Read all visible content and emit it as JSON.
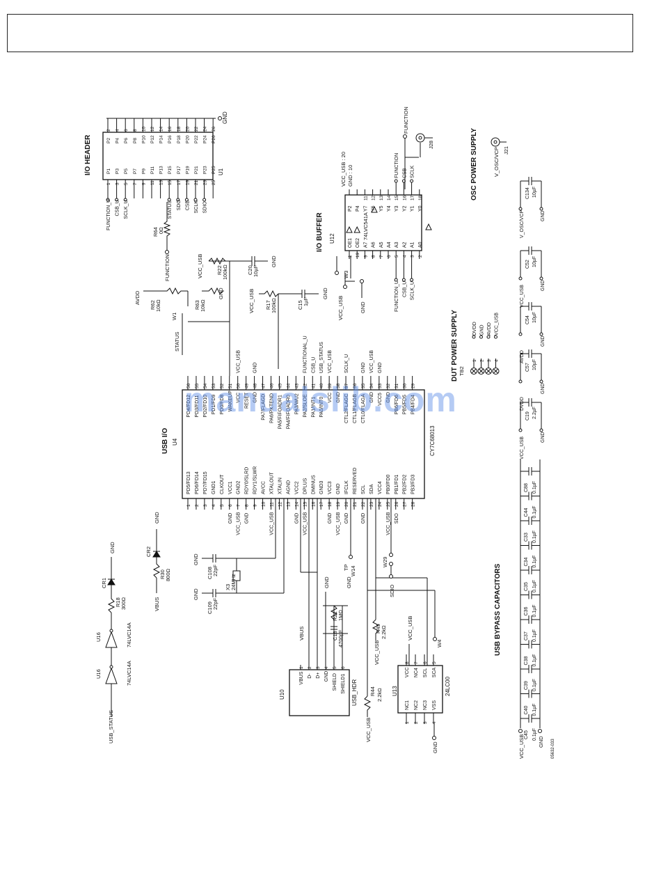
{
  "sections": {
    "io_header": "I/O HEADER",
    "io_buffer": "I/O BUFFER",
    "osc_power": "OSC POWER SUPPLY",
    "dut_power": "DUT POWER SUPPLY",
    "usb_bypass": "USB BYPASS CAPACITORS",
    "usb_io": "USB I/O"
  },
  "parts": {
    "u1": "U1",
    "u4": "U4",
    "u4_part": "CY7C68013",
    "u10": "U10",
    "u10_part": "USB_HDR",
    "u12": "U12",
    "u12_part": "74LVC541A",
    "u13": "U13",
    "u13_part": "24LC00",
    "u16": "U16",
    "u16_part": "74LVC14A",
    "tb2": "TB2",
    "j21": "J21",
    "j28": "J28",
    "x3": "X3",
    "x3_val": "24MHz",
    "figure_id": "05632-033"
  },
  "nets": {
    "gnd": "GND",
    "vcc_usb": "VCC_USB",
    "vbus": "VBUS",
    "avdd": "AVDD",
    "dvdd": "DVDD",
    "function_u": "FUNCTION_U",
    "csb_u": "CSB_U",
    "sclk_u": "SCLK_U",
    "function": "FUNCTION",
    "csb": "CSB",
    "sclk": "SCLK",
    "sdio": "SDIO",
    "sdo": "SDO",
    "status": "STATUS",
    "usb_status": "USB_STATUS",
    "functional_u": "FUNCTIONAL_U",
    "v_osc_vcp": "V_OSC/VCP",
    "vcc_usb_20": "VCC_USB : 20",
    "gnd_10": "GND : 10"
  },
  "header_pins": {
    "top_nums": [
      "2",
      "4",
      "6",
      "8",
      "10",
      "12",
      "14",
      "16",
      "18",
      "20",
      "22",
      "24",
      "26"
    ],
    "top_labels": [
      "P2",
      "P4",
      "P6",
      "P8",
      "P10",
      "P12",
      "P14",
      "P16",
      "P18",
      "P20",
      "P22",
      "P24",
      "P26"
    ],
    "bottom_nums": [
      "1",
      "3",
      "5",
      "7",
      "9",
      "11",
      "13",
      "15",
      "17",
      "19",
      "21",
      "23",
      "25"
    ],
    "bottom_labels": [
      "P1",
      "P3",
      "P5",
      "P7",
      "P9",
      "P11",
      "P13",
      "P15",
      "P17",
      "P19",
      "P21",
      "P23",
      "P25"
    ],
    "signals": [
      "FUNCTION_U",
      "CSB_U",
      "SCLK_U",
      "",
      "",
      "",
      "",
      "STATUS",
      "SDO",
      "CSB",
      "SCLK",
      "SDIO",
      ""
    ]
  },
  "u4_left_pins": [
    {
      "num": "1",
      "name": "PD5/FD13"
    },
    {
      "num": "2",
      "name": "PD6/FD14"
    },
    {
      "num": "3",
      "name": "PD7/FD15"
    },
    {
      "num": "4",
      "name": "GND1"
    },
    {
      "num": "5",
      "name": "CLKOUT"
    },
    {
      "num": "6",
      "name": "VCC1"
    },
    {
      "num": "7",
      "name": "GND2"
    },
    {
      "num": "8",
      "name": "RDY0/SLRD"
    },
    {
      "num": "9",
      "name": "RDY1/SLWR"
    },
    {
      "num": "10",
      "name": "AVCC"
    },
    {
      "num": "11",
      "name": "XTALOUT"
    },
    {
      "num": "12",
      "name": "XTALIN"
    },
    {
      "num": "13",
      "name": "AGND"
    },
    {
      "num": "14",
      "name": "VCC2"
    },
    {
      "num": "15",
      "name": "DPLUS"
    },
    {
      "num": "16",
      "name": "DMINUS"
    },
    {
      "num": "17",
      "name": "GND3"
    },
    {
      "num": "18",
      "name": "VCC3"
    },
    {
      "num": "19",
      "name": "GND"
    },
    {
      "num": "20",
      "name": "IFCLK"
    },
    {
      "num": "21",
      "name": "RESERVED"
    },
    {
      "num": "22",
      "name": "SCL"
    },
    {
      "num": "23",
      "name": "SDA"
    },
    {
      "num": "24",
      "name": "VCC4"
    },
    {
      "num": "25",
      "name": "PB0/FD0"
    },
    {
      "num": "26",
      "name": "PB1/FD1"
    },
    {
      "num": "27",
      "name": "PB2/FD2"
    },
    {
      "num": "28",
      "name": "PB3/FD3"
    }
  ],
  "u4_left_nets": [
    "",
    "",
    "",
    "",
    "",
    "GND",
    "VCC_USB",
    "GND",
    "",
    "",
    "VCC_USB",
    "",
    "",
    "GND",
    "VCC_USB",
    "",
    "",
    "GND",
    "VCC_USB",
    "GND",
    "",
    "GND",
    "",
    "",
    "VCC_USB",
    "SDO",
    "",
    ""
  ],
  "u4_right_pins": [
    {
      "num": "56",
      "name": "PD4/FD12"
    },
    {
      "num": "55",
      "name": "PD3/FD11"
    },
    {
      "num": "54",
      "name": "PD2/FD10"
    },
    {
      "num": "53",
      "name": "PD1/FD9"
    },
    {
      "num": "52",
      "name": "PD0/FD8"
    },
    {
      "num": "51",
      "name": "WAKEUP"
    },
    {
      "num": "50",
      "name": "VCC"
    },
    {
      "num": "49",
      "name": "RESET"
    },
    {
      "num": "48",
      "name": "GND"
    },
    {
      "num": "47",
      "name": "PA7/FLAGD"
    },
    {
      "num": "46",
      "name": "PA6/PKTEND"
    },
    {
      "num": "45",
      "name": "PA5/FIFOADR1"
    },
    {
      "num": "44",
      "name": "PA4/FIFOADR0"
    },
    {
      "num": "43",
      "name": "PA3/WU2"
    },
    {
      "num": "42",
      "name": "PA2/SLOE"
    },
    {
      "num": "41",
      "name": "PA1/INT1"
    },
    {
      "num": "40",
      "name": "PA0/INT0"
    },
    {
      "num": "39",
      "name": "VCC"
    },
    {
      "num": "38",
      "name": "GND"
    },
    {
      "num": "37",
      "name": "CTL2/FLAGC"
    },
    {
      "num": "36",
      "name": "CTL1/FLAGB"
    },
    {
      "num": "35",
      "name": "CTL0/FLAGA"
    },
    {
      "num": "34",
      "name": "GND"
    },
    {
      "num": "33",
      "name": "VCC5"
    },
    {
      "num": "32",
      "name": "GND"
    },
    {
      "num": "31",
      "name": "PB6/FD6"
    },
    {
      "num": "30",
      "name": "PB5/FD5"
    },
    {
      "num": "29",
      "name": "PB4/FD4"
    }
  ],
  "u4_right_nets": [
    "",
    "",
    "",
    "",
    "",
    "",
    "VCC_USB",
    "",
    "GND",
    "",
    "",
    "",
    "",
    "",
    "FUNCTIONAL_U",
    "CSB_U",
    "USB_STATUS",
    "VCC_USB",
    "",
    "SCLK_U",
    "",
    "GND",
    "VCC_USB",
    "GND",
    "",
    "",
    "",
    ""
  ],
  "u12_left": [
    {
      "num": "1",
      "name": "OE1"
    },
    {
      "num": "19",
      "name": "OE2"
    },
    {
      "num": "9",
      "name": "A7"
    },
    {
      "num": "8",
      "name": "A6"
    },
    {
      "num": "7",
      "name": "A5"
    },
    {
      "num": "6",
      "name": "A4"
    },
    {
      "num": "5",
      "name": "A3"
    },
    {
      "num": "4",
      "name": "A2"
    },
    {
      "num": "3",
      "name": "A1"
    },
    {
      "num": "2",
      "name": "A0"
    }
  ],
  "u12_right": [
    {
      "num": "",
      "name": "P2"
    },
    {
      "num": "",
      "name": "P4"
    },
    {
      "num": "11",
      "name": "Y7"
    },
    {
      "num": "12",
      "name": "Y6"
    },
    {
      "num": "13",
      "name": "Y5"
    },
    {
      "num": "14",
      "name": "Y4"
    },
    {
      "num": "15",
      "name": "Y3"
    },
    {
      "num": "16",
      "name": "Y2"
    },
    {
      "num": "17",
      "name": "Y1"
    },
    {
      "num": "18",
      "name": "Y0"
    }
  ],
  "u12_left_nets": [
    "",
    "",
    "",
    "",
    "",
    "",
    "FUNCTION_U",
    "CSB_U",
    "SCLK_U",
    ""
  ],
  "u12_right_nets": [
    "",
    "",
    "",
    "",
    "",
    "",
    "FUNCTION",
    "CSB",
    "SCLK",
    ""
  ],
  "u10_pins": [
    {
      "num": "1",
      "name": "VBUS"
    },
    {
      "num": "2",
      "name": "D-"
    },
    {
      "num": "3",
      "name": "D+"
    },
    {
      "num": "4",
      "name": "GND"
    },
    {
      "num": "5",
      "name": "SHIELD"
    },
    {
      "num": "6",
      "name": "SHIELD1"
    }
  ],
  "u13_left": [
    {
      "num": "1",
      "name": "NC1"
    },
    {
      "num": "2",
      "name": "NC2"
    },
    {
      "num": "3",
      "name": "NC3"
    },
    {
      "num": "4",
      "name": "VSS"
    }
  ],
  "u13_right": [
    {
      "num": "8",
      "name": "VCC"
    },
    {
      "num": "7",
      "name": "NC4"
    },
    {
      "num": "6",
      "name": "SCL"
    },
    {
      "num": "5",
      "name": "SCA"
    }
  ],
  "tb2_pins": [
    {
      "num": "1",
      "name": "DVDD"
    },
    {
      "num": "2",
      "name": "GND"
    },
    {
      "num": "3",
      "name": "AVDD"
    },
    {
      "num": "4",
      "name": "VCC_USB"
    }
  ],
  "components": {
    "r64": {
      "ref": "R64",
      "val": "0Ω"
    },
    "r22": {
      "ref": "R22",
      "val": "100kΩ"
    },
    "c20": {
      "ref": "C20",
      "val": "10µF"
    },
    "r62": {
      "ref": "R62",
      "val": "10kΩ"
    },
    "r63": {
      "ref": "R63",
      "val": "10kΩ"
    },
    "r17": {
      "ref": "R17",
      "val": "100kΩ"
    },
    "c15": {
      "ref": "C15",
      "val": "1µF"
    },
    "w1": {
      "ref": "W1"
    },
    "w3": {
      "ref": "W3"
    },
    "w4": {
      "ref": "W4"
    },
    "w14": {
      "ref": "W14",
      "val": "TP"
    },
    "w29": {
      "ref": "W29"
    },
    "cr1": {
      "ref": "CR1"
    },
    "cr2": {
      "ref": "CR2"
    },
    "r18": {
      "ref": "R18",
      "val": "300Ω"
    },
    "r30": {
      "ref": "R30",
      "val": "800Ω"
    },
    "c108": {
      "ref": "C108",
      "val": "22pF"
    },
    "c109": {
      "ref": "C109",
      "val": "22pF"
    },
    "r21": {
      "ref": "R21",
      "val": "1MΩ"
    },
    "c18": {
      "ref": "C18",
      "val": "4700pF"
    },
    "r45": {
      "ref": "R45",
      "val": "2.2kΩ"
    },
    "r44": {
      "ref": "R44",
      "val": "2.2kΩ"
    }
  },
  "dut_caps": [
    {
      "ref": "C19",
      "val": "2.2µF",
      "net": "VCC_USB"
    },
    {
      "ref": "C57",
      "val": "10µF",
      "net": "DVDD"
    },
    {
      "ref": "C54",
      "val": "10µF",
      "net": "AVDD"
    },
    {
      "ref": "C52",
      "val": "10µF",
      "net": "VCC_USB"
    },
    {
      "ref": "C134",
      "val": "10µF",
      "net": "V_OSC/VCP"
    }
  ],
  "bypass_caps": [
    {
      "ref": "C45",
      "val": "0.1µF"
    },
    {
      "ref": "C40",
      "val": "0.1µF"
    },
    {
      "ref": "C39",
      "val": "0.1µF"
    },
    {
      "ref": "C38",
      "val": "0.1µF"
    },
    {
      "ref": "C37",
      "val": "0.1µF"
    },
    {
      "ref": "C36",
      "val": "0.1µF"
    },
    {
      "ref": "C35",
      "val": "0.1µF"
    },
    {
      "ref": "C34",
      "val": "0.1µF"
    },
    {
      "ref": "C33",
      "val": "0.1µF"
    },
    {
      "ref": "C44",
      "val": "0.1µF"
    },
    {
      "ref": "C88",
      "val": "0.1µF"
    }
  ],
  "watermark": "manualslib.com"
}
